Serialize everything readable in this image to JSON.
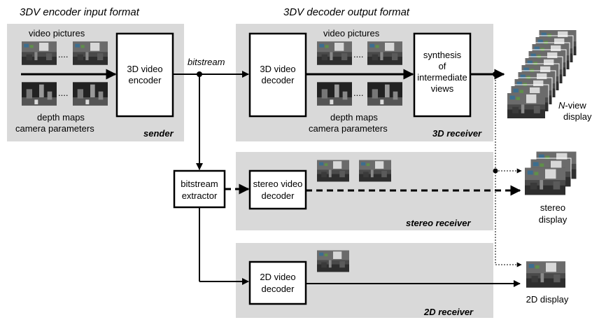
{
  "headers": {
    "encoder_format": "3DV encoder input format",
    "decoder_format": "3DV decoder output format"
  },
  "labels": {
    "video_pictures": "video pictures",
    "depth_maps": "depth maps",
    "camera_parameters": "camera parameters",
    "bitstream": "bitstream",
    "sender": "sender",
    "receiver_3d": "3D receiver",
    "receiver_stereo": "stereo receiver",
    "receiver_2d": "2D receiver"
  },
  "blocks": {
    "encoder": [
      "3D video",
      "encoder"
    ],
    "decoder_3d": [
      "3D video",
      "decoder"
    ],
    "synthesis": [
      "synthesis",
      "of",
      "intermediate",
      "views"
    ],
    "extractor": [
      "bitstream",
      "extractor"
    ],
    "decoder_stereo": [
      "stereo video",
      "decoder"
    ],
    "decoder_2d": [
      "2D video",
      "decoder"
    ]
  },
  "displays": {
    "nview": [
      "N-view",
      "display"
    ],
    "nview_italic_part": "N",
    "nview_rest": "-view",
    "stereo": [
      "stereo",
      "display"
    ],
    "twod": "2D display"
  },
  "ellipsis": "....",
  "colors": {
    "panel": "#d9d9d9",
    "line": "#000000",
    "thumb_dark": "#3a3a3a",
    "thumb_depth": "#2a2a2a"
  }
}
